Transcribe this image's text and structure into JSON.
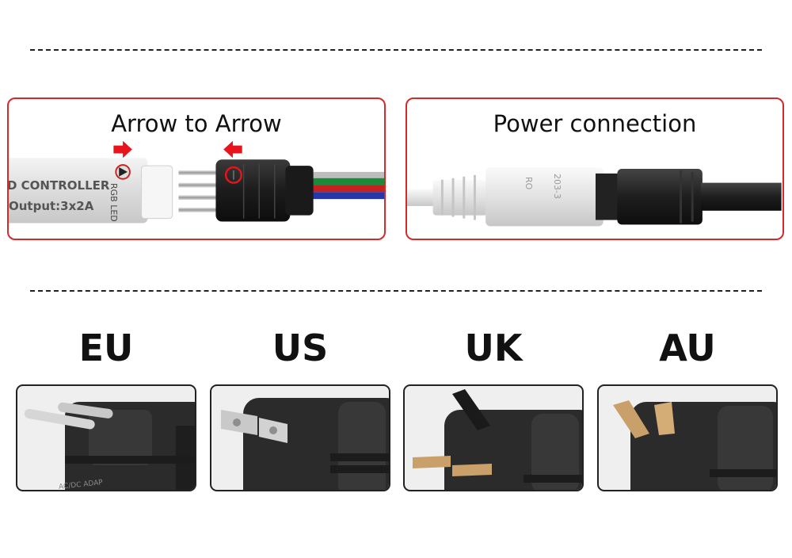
{
  "panels": [
    {
      "title": "Arrow to Arrow",
      "controller_text_1": "D CONTROLLER",
      "controller_text_2": "Output:3x2A",
      "controller_side_text": "RGB LED"
    },
    {
      "title": "Power connection",
      "jack_text_1": "RO",
      "jack_text_2": "203-3"
    }
  ],
  "plugs": [
    {
      "label": "EU",
      "icon": "eu-plug-icon",
      "body_text": "AC/DC ADAP"
    },
    {
      "label": "US",
      "icon": "us-plug-icon"
    },
    {
      "label": "UK",
      "icon": "uk-plug-icon"
    },
    {
      "label": "AU",
      "icon": "au-plug-icon"
    }
  ],
  "colors": {
    "accent_red": "#d42a2a",
    "arrow_red": "#e8131b",
    "plug_black": "#2b2b2b"
  }
}
